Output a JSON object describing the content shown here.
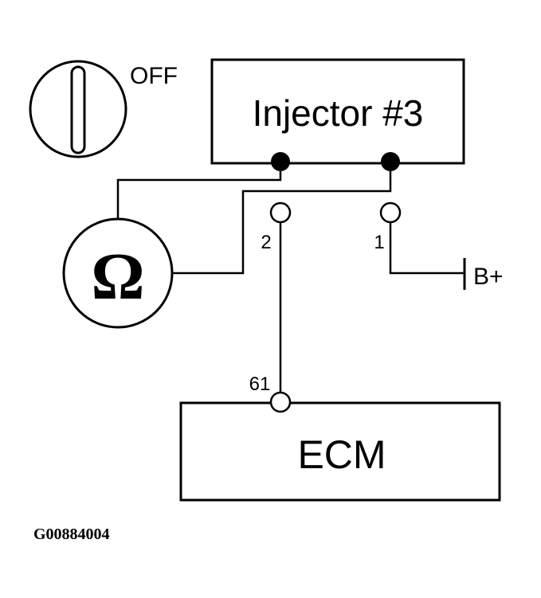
{
  "switch": {
    "label": "OFF"
  },
  "injector": {
    "label": "Injector #3"
  },
  "meter": {
    "symbol": "Ω"
  },
  "connector": {
    "pin_2": "2",
    "pin_1": "1"
  },
  "power": {
    "label": "B+"
  },
  "ecm": {
    "label": "ECM",
    "pin_label": "61"
  },
  "figure_id": "G00884004"
}
